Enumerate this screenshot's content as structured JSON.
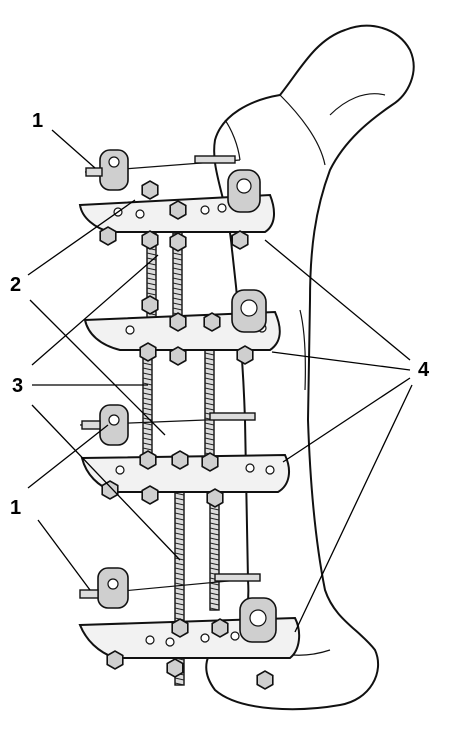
{
  "figure": {
    "callouts": [
      {
        "id": "c1a",
        "text": "1"
      },
      {
        "id": "c2",
        "text": "2"
      },
      {
        "id": "c3",
        "text": "3"
      },
      {
        "id": "c4",
        "text": "4"
      },
      {
        "id": "c1b",
        "text": "1"
      }
    ]
  }
}
